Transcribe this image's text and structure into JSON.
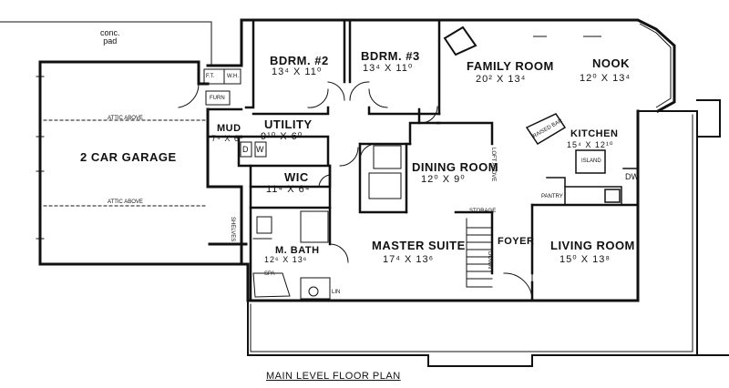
{
  "plan": {
    "title": "MAIN LEVEL FLOOR PLAN",
    "rooms": {
      "garage": {
        "name": "2 CAR GARAGE"
      },
      "bdrm2": {
        "name": "BDRM. #2",
        "dim": "13⁴ X 11⁰"
      },
      "bdrm3": {
        "name": "BDRM. #3",
        "dim": "13⁴ X 11⁰"
      },
      "family": {
        "name": "FAMILY ROOM",
        "dim": "20² X 13⁴"
      },
      "nook": {
        "name": "NOOK",
        "dim": "12⁰ X 13⁴"
      },
      "mud": {
        "name": "MUD",
        "dim": "7⁴ X 6⁰"
      },
      "utility": {
        "name": "UTILITY",
        "dim": "9¹⁰ X 6⁰"
      },
      "kitchen": {
        "name": "KITCHEN",
        "dim": "15⁴ X 12¹⁰"
      },
      "wic": {
        "name": "WIC",
        "dim": "11⁴ X 6⁴"
      },
      "dining": {
        "name": "DINING ROOM",
        "dim": "12⁰ X 9⁰"
      },
      "mbath": {
        "name": "M. BATH",
        "dim": "12⁶ X 13⁶"
      },
      "master": {
        "name": "MASTER SUITE",
        "dim": "17⁴ X 13⁶"
      },
      "foyer": {
        "name": "FOYER"
      },
      "living": {
        "name": "LIVING ROOM",
        "dim": "15⁰ X 13⁸"
      }
    },
    "notes": {
      "pad": "conc.\npad",
      "attic1": "ATTIC ABOVE",
      "attic2": "ATTIC ABOVE",
      "storage": "STORAGE",
      "pantry": "PANTRY",
      "island": "ISLAND",
      "dw": "DW",
      "furn": "FURN",
      "ft": "F.T.",
      "wh": "W.H.",
      "d": "D",
      "w": "W",
      "spa": "SPA",
      "lin": "LIN",
      "shelves": "SHELVES",
      "loft": "LOFT ABOVE",
      "raised": "RAISED BAR",
      "down": "DOWN"
    }
  }
}
